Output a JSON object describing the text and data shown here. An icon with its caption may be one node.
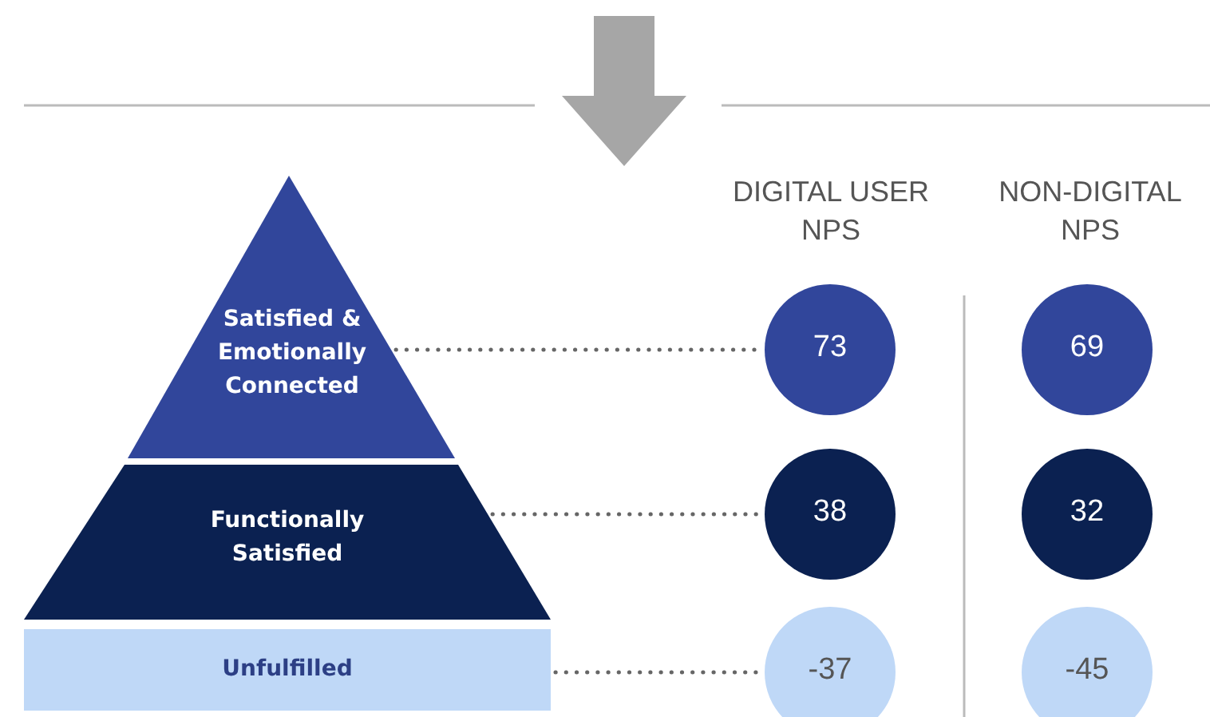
{
  "diagram": {
    "nodes": [
      {
        "text": [
          "Satisfied & Emotionally Connected"
        ]
      },
      {
        "text": [
          "73"
        ]
      },
      {
        "text": [
          "69"
        ]
      },
      {
        "text": [
          "Functionally Satisfied"
        ]
      },
      {
        "text": [
          "38"
        ]
      },
      {
        "text": [
          "32"
        ]
      },
      {
        "text": [
          "Unfulfilled"
        ]
      },
      {
        "text": [
          "-37"
        ]
      },
      {
        "text": [
          "-45"
        ]
      }
    ],
    "edges": [
      {
        "from": 0,
        "to": 1,
        "arrow": "none",
        "style": "dashed"
      },
      {
        "from": 3,
        "to": 4,
        "arrow": "none",
        "style": "dashed"
      },
      {
        "from": 6,
        "to": 7,
        "arrow": "none",
        "style": "dashed"
      }
    ],
    "labels": [
      "DIGITAL USER NPS",
      "NON-DIGITAL NPS"
    ]
  }
}
